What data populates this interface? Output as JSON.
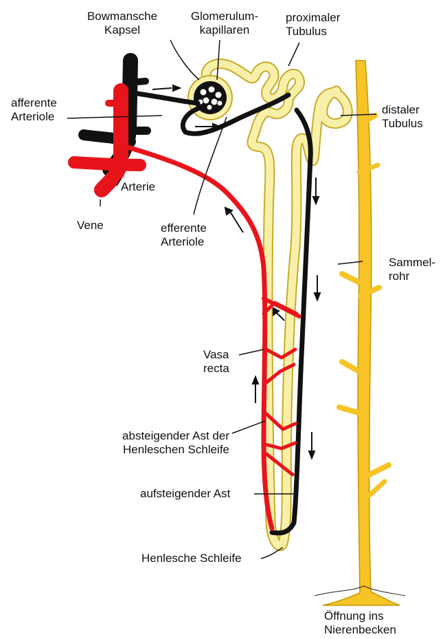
{
  "labels": {
    "bowman": [
      "Bowmansche",
      "Kapsel"
    ],
    "glomerulum": [
      "Glomerulum-",
      "kapillaren"
    ],
    "proximal": [
      "proximaler",
      "Tubulus"
    ],
    "afferent": [
      "afferente",
      "Arteriole"
    ],
    "distal": [
      "distaler",
      "Tubulus"
    ],
    "arterie": "Arterie",
    "vene": "Vene",
    "efferent": [
      "efferente",
      "Arteriole"
    ],
    "sammelrohr": [
      "Sammel-",
      "rohr"
    ],
    "vasa_recta": [
      "Vasa",
      "recta"
    ],
    "absteigender": [
      "absteigender Ast der",
      "Henleschen Schleife"
    ],
    "aufsteigender": "aufsteigender Ast",
    "henlesche": "Henlesche Schleife",
    "oeffnung": [
      "Öffnung ins",
      "Nierenbecken"
    ]
  },
  "colors": {
    "artery": "#e8141c",
    "vein": "#111111",
    "tubule_fill": "#f8f0a8",
    "tubule_outline": "#c9a92a",
    "collecting_duct": "#f6c426"
  }
}
